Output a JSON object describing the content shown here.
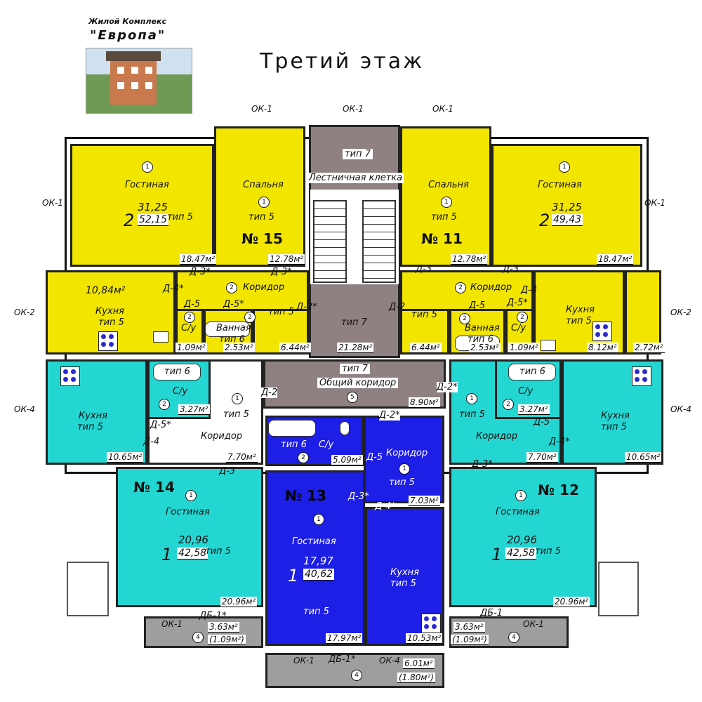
{
  "logo": {
    "line1": "Жилой Комплекс",
    "line2": "\"Европа\""
  },
  "title": "Третий этаж",
  "windows": {
    "ok1": "ОК-1",
    "ok2": "ОК-2",
    "ok4": "ОК-4"
  },
  "apartments": {
    "a15": {
      "number": "№ 15",
      "rooms": "2",
      "total": "52,15"
    },
    "a11": {
      "number": "№ 11",
      "rooms": "2",
      "total": "49,43"
    },
    "a14": {
      "number": "№ 14",
      "rooms": "1",
      "total": "42,58"
    },
    "a13": {
      "number": "№ 13",
      "rooms": "1",
      "total": "40,62"
    },
    "a12": {
      "number": "№ 12",
      "rooms": "1",
      "total": "42,58"
    }
  },
  "labels": {
    "living": "Гостиная",
    "bedroom": "Спальня",
    "kitchen": "Кухня",
    "corridor": "Коридор",
    "bath": "Ванная",
    "wc": "С/у",
    "stairwell": "Лестничная клетка",
    "common_corridor": "Общий коридор",
    "type5": "тип 5",
    "type6": "тип 6",
    "type7": "тип 7"
  },
  "numbers": {
    "one": "1",
    "two": "2",
    "four": "4",
    "five": "5"
  },
  "doors": {
    "d2": "Д-2",
    "d2s": "Д-2*",
    "d3": "Д-3",
    "d3s": "Д-3*",
    "d4": "Д-4",
    "d4s": "Д-4*",
    "d5": "Д-5",
    "d5s": "Д-5*",
    "db1": "ДБ-1",
    "db1s": "ДБ-1*"
  },
  "areas": {
    "a15_living_center": "31,25",
    "a15_living": "18.47м²",
    "a15_bedroom": "12.78м²",
    "a15_kitchen": "10,84м²",
    "a15_wc": "1.09м²",
    "a15_bath": "2.53м²",
    "a15_corridor": "6.44м²",
    "a11_living_center": "31,25",
    "a11_living": "18.47м²",
    "a11_bedroom": "12.78м²",
    "a11_kitchen": "8.12м²",
    "a11_pantry": "2.72м²",
    "a11_wc": "1.09м²",
    "a11_bath": "2.53м²",
    "a11_corridor": "6.44м²",
    "stairwell": "21.28м²",
    "common_corridor": "8.90м²",
    "a14_wc": "3.27м²",
    "a14_kitchen": "10.65м²",
    "a14_corridor": "7.70м²",
    "a14_living_center": "20,96",
    "a14_living": "20.96м²",
    "a14_balcony": "3.63м²",
    "a14_balcony_eff": "(1.09м²)",
    "a13_wc": "5.09м²",
    "a13_corridor": "7.03м²",
    "a13_living_center": "17,97",
    "a13_living": "17.97м²",
    "a13_kitchen": "10.53м²",
    "a13_balcony": "6.01м²",
    "a13_balcony_eff": "(1.80м²)",
    "a12_wc": "3.27м²",
    "a12_kitchen": "10.65м²",
    "a12_corridor": "7.70м²",
    "a12_living_center": "20,96",
    "a12_living": "20.96м²",
    "a12_balcony": "3.63м²",
    "a12_balcony_eff": "(1.09м²)"
  }
}
